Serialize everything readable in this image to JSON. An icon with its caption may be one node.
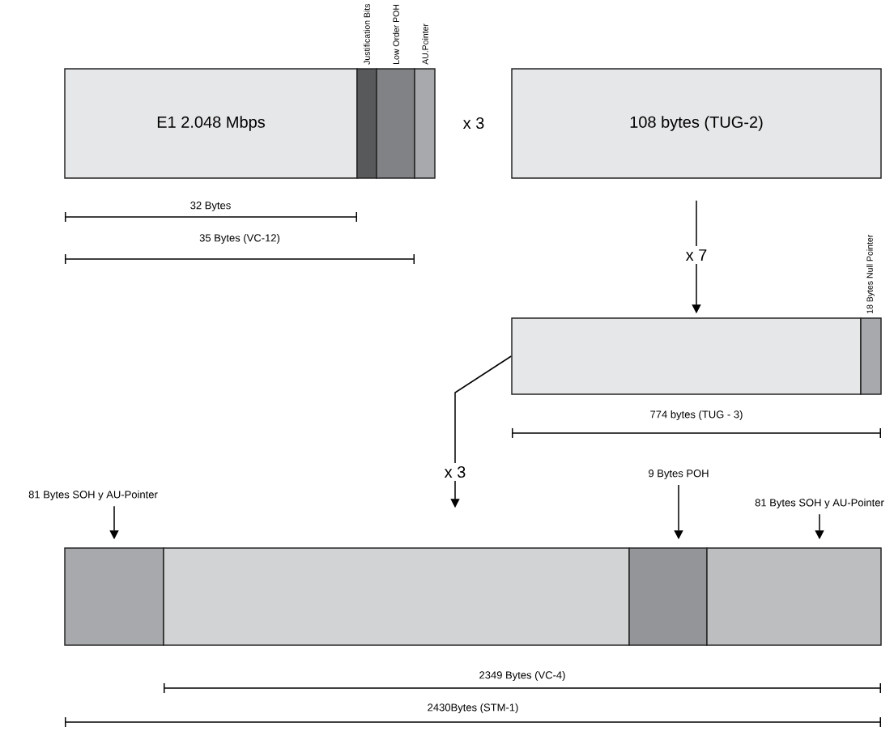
{
  "diagram": {
    "nodes": [
      {
        "text": [
          "E1 2.048 Mbps"
        ]
      },
      {
        "text": [
          "Justification Bits"
        ]
      },
      {
        "text": [
          "Low Order POH"
        ]
      },
      {
        "text": [
          "AU.Pointer"
        ]
      },
      {
        "text": [
          "108 bytes (TUG-2)"
        ]
      },
      {
        "text": [],
        "shape": "box"
      },
      {
        "text": [
          "18 Bytes Null Pointer"
        ]
      },
      {
        "text": [
          "81 Bytes SOH y AU-Pointer"
        ]
      },
      {
        "text": [
          "9 Bytes POH"
        ]
      },
      {
        "text": [
          "81 Bytes SOH y AU-Pointer"
        ]
      },
      {
        "text": [],
        "shape": "box"
      },
      {
        "text": [],
        "shape": "box"
      },
      {
        "text": [],
        "shape": "box"
      },
      {
        "text": [],
        "shape": "box"
      }
    ],
    "edges": [
      {
        "from": 4,
        "to": 5,
        "arrow": "to",
        "label": "x 7"
      },
      {
        "from": 5,
        "to": 11,
        "arrow": "to",
        "label": "x 3"
      },
      {
        "from": 7,
        "to": 10,
        "arrow": "to"
      },
      {
        "from": 8,
        "to": 12,
        "arrow": "to"
      },
      {
        "from": 9,
        "to": 13,
        "arrow": "to"
      }
    ],
    "labels": [
      "x 3",
      "32 Bytes",
      "35 Bytes (VC-12)",
      "774 bytes (TUG - 3)",
      "2349 Bytes (VC-4)",
      "2430Bytes (STM-1)"
    ]
  }
}
